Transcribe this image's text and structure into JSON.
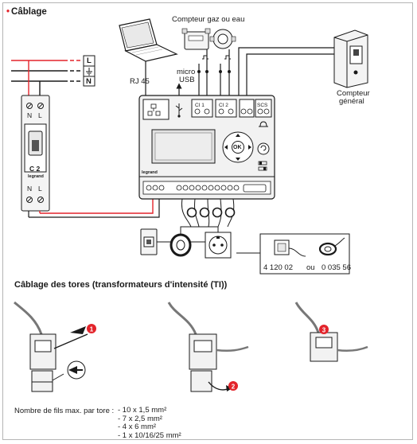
{
  "section": {
    "bullet": "•",
    "title": "Câblage"
  },
  "labels": {
    "gas_water_meter": "Compteur gaz ou eau",
    "rj45": "RJ 45",
    "micro_usb_1": "micro",
    "micro_usb_2": "USB",
    "general_meter_1": "Compteur",
    "general_meter_2": "général",
    "line_L": "L",
    "line_N": "N",
    "breaker_N_top": "N",
    "breaker_L_top": "L",
    "breaker_N_bottom": "N",
    "breaker_L_bottom": "L",
    "breaker_rating": "C 2",
    "breaker_brand": "legrand",
    "device_brand": "legrand",
    "terminal_ci1": "CI 1",
    "terminal_ci2": "CI 2",
    "terminal_scs": "SCS",
    "ok_button": "OK",
    "ref_1": "4 120 02",
    "ref_or": "ou",
    "ref_2": "0 035 56"
  },
  "tores": {
    "title": "Câblage des tores (transformateurs d'intensité (TI))",
    "steps": [
      "1",
      "2",
      "3"
    ]
  },
  "wires": {
    "title": "Nombre de fils max. par tore :",
    "items": [
      "- 10 x 1,5 mm²",
      "- 7 x 2,5 mm²",
      "- 4 x 6 mm²",
      "- 1 x 10/16/25 mm²"
    ]
  },
  "colors": {
    "accent": "#e3242b",
    "line": "#1a1a1a",
    "device": "#f2f2f2"
  }
}
